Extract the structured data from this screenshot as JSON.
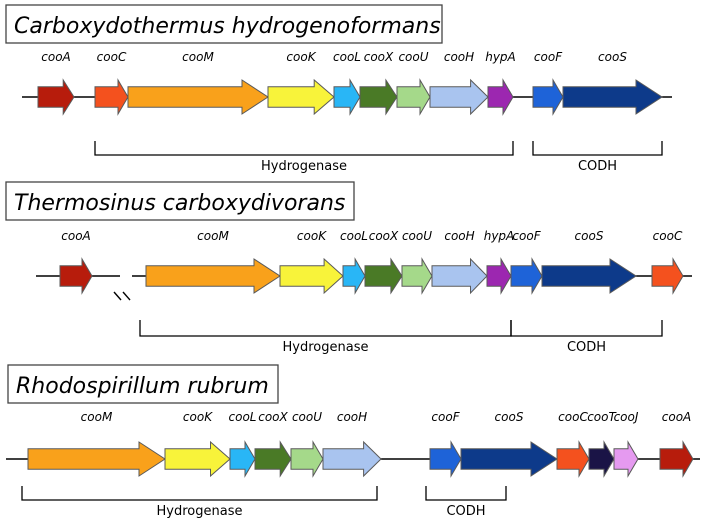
{
  "organisms": [
    {
      "title": "Carboxydothermus hydrogenoformans",
      "genes": [
        {
          "name": "cooA",
          "color": "#b71c0c"
        },
        {
          "name": "cooC",
          "color": "#f4511e"
        },
        {
          "name": "cooM",
          "color": "#f9a11b"
        },
        {
          "name": "cooK",
          "color": "#f8f33a"
        },
        {
          "name": "cooL",
          "color": "#29b6f6"
        },
        {
          "name": "cooX",
          "color": "#4a7a26"
        },
        {
          "name": "cooU",
          "color": "#a5d98a"
        },
        {
          "name": "cooH",
          "color": "#a9c4ef"
        },
        {
          "name": "hypA",
          "color": "#9c27b0"
        },
        {
          "name": "cooF",
          "color": "#1e63d8"
        },
        {
          "name": "cooS",
          "color": "#0d3a8a"
        }
      ],
      "brackets": [
        {
          "label": "Hydrogenase"
        },
        {
          "label": "CODH"
        }
      ]
    },
    {
      "title": "Thermosinus carboxydivorans",
      "genes": [
        {
          "name": "cooA",
          "color": "#b71c0c"
        },
        {
          "name": "cooM",
          "color": "#f9a11b"
        },
        {
          "name": "cooK",
          "color": "#f8f33a"
        },
        {
          "name": "cooL",
          "color": "#29b6f6"
        },
        {
          "name": "cooX",
          "color": "#4a7a26"
        },
        {
          "name": "cooU",
          "color": "#a5d98a"
        },
        {
          "name": "cooH",
          "color": "#a9c4ef"
        },
        {
          "name": "hypA",
          "color": "#9c27b0"
        },
        {
          "name": "cooF",
          "color": "#1e63d8"
        },
        {
          "name": "cooS",
          "color": "#0d3a8a"
        },
        {
          "name": "cooC",
          "color": "#f4511e"
        }
      ],
      "brackets": [
        {
          "label": "Hydrogenase"
        },
        {
          "label": "CODH"
        }
      ]
    },
    {
      "title": "Rhodospirillum rubrum",
      "genes": [
        {
          "name": "cooM",
          "color": "#f9a11b"
        },
        {
          "name": "cooK",
          "color": "#f8f33a"
        },
        {
          "name": "cooL",
          "color": "#29b6f6"
        },
        {
          "name": "cooX",
          "color": "#4a7a26"
        },
        {
          "name": "cooU",
          "color": "#a5d98a"
        },
        {
          "name": "cooH",
          "color": "#a9c4ef"
        },
        {
          "name": "cooF",
          "color": "#1e63d8"
        },
        {
          "name": "cooS",
          "color": "#0d3a8a"
        },
        {
          "name": "cooC",
          "color": "#f4511e"
        },
        {
          "name": "cooT",
          "color": "#1a1446"
        },
        {
          "name": "cooJ",
          "color": "#e59af0"
        },
        {
          "name": "cooA",
          "color": "#b71c0c"
        }
      ],
      "brackets": [
        {
          "label": "Hydrogenase"
        },
        {
          "label": "CODH"
        }
      ]
    }
  ]
}
